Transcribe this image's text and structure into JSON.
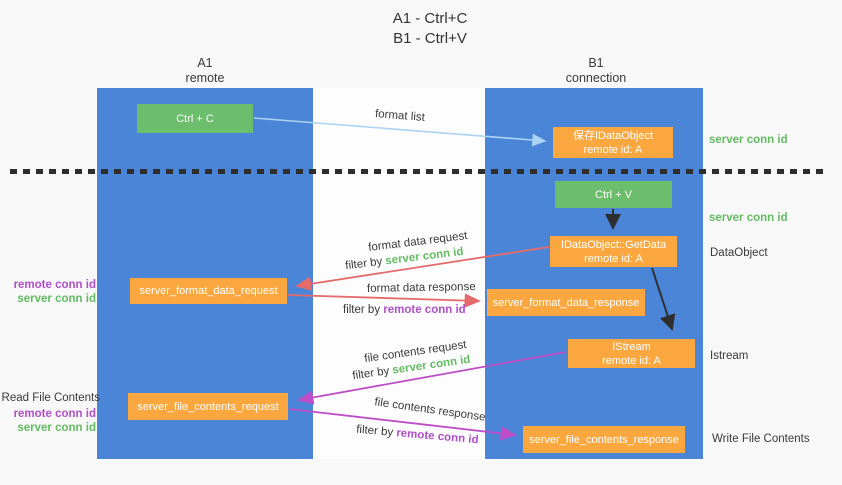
{
  "title": {
    "line1": "A1 - Ctrl+C",
    "line2": "B1 - Ctrl+V"
  },
  "lanes": {
    "a1": {
      "name": "A1",
      "subtitle": "remote"
    },
    "b1": {
      "name": "B1",
      "subtitle": "connection"
    }
  },
  "nodes": {
    "ctrl_c": {
      "label": "Ctrl + C"
    },
    "ctrl_v": {
      "label": "Ctrl + V"
    },
    "save_idataobject": {
      "line1": "保存IDataObject",
      "line2": "remote id: A"
    },
    "getdata": {
      "line1": "IDataObject::GetData",
      "line2": "remote id: A"
    },
    "istream": {
      "line1": "IStream",
      "line2": "remote id: A"
    },
    "format_request": {
      "label": "server_format_data_request"
    },
    "format_response": {
      "label": "server_format_data_response"
    },
    "file_request": {
      "label": "server_file_contents_request"
    },
    "file_response": {
      "label": "server_file_contents_response"
    }
  },
  "annotations": {
    "server_conn_id_top": "server conn id",
    "server_conn_id_mid": "server conn id",
    "dataobject": "DataObject",
    "istream": "Istream",
    "write_file_contents": "Write File Contents",
    "read_file_contents": "Read File Contents",
    "mid_left": {
      "remote_conn_id": "remote conn id",
      "server_conn_id": "server conn id"
    },
    "bottom_left": {
      "remote_conn_id": "remote conn id",
      "server_conn_id": "server conn id"
    }
  },
  "flow_labels": {
    "format_list": "format list",
    "format_data_request": "format data request",
    "format_data_response": "format data response",
    "file_contents_request": "file contents request",
    "file_contents_response": "file contents response",
    "filter_by": "filter by ",
    "server_conn_id": "server conn id",
    "remote_conn_id": "remote conn id"
  },
  "colors": {
    "lane_blue": "#4a85d8",
    "node_orange": "#f9a73e",
    "node_green": "#6cbe6c",
    "accent_green": "#64bb64",
    "accent_purple": "#b04fc9",
    "arrow_red": "#e56b6b",
    "arrow_purple": "#bd4ec7",
    "arrow_lightblue": "#aad4f2",
    "arrow_black": "#2f2f2f"
  }
}
